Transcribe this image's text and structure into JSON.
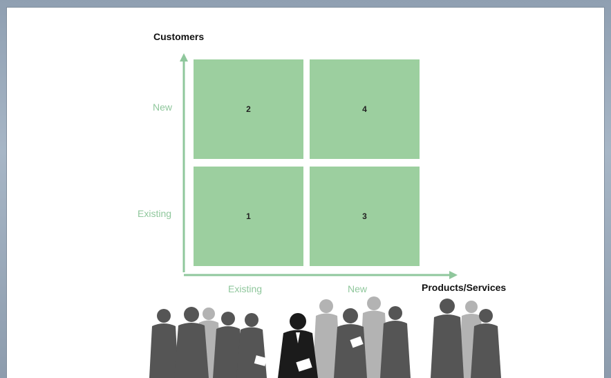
{
  "diagram": {
    "y_axis": {
      "title": "Customers",
      "labels": [
        "New",
        "Existing"
      ]
    },
    "x_axis": {
      "title": "Products/Services",
      "labels": [
        "Existing",
        "New"
      ]
    },
    "cells": [
      {
        "row": "New",
        "column": "Existing",
        "value": "2"
      },
      {
        "row": "New",
        "column": "New",
        "value": "4"
      },
      {
        "row": "Existing",
        "column": "Existing",
        "value": "1"
      },
      {
        "row": "Existing",
        "column": "New",
        "value": "3"
      }
    ]
  },
  "colors": {
    "cell_fill": "#9ccf9f",
    "axis_line": "#8fc79c",
    "axis_label": "#8fc79c",
    "silhouette_dark": "#2e2e2e",
    "silhouette_light": "#a9a9a9"
  },
  "illustration": {
    "icon": "business-people-silhouettes-icon"
  }
}
